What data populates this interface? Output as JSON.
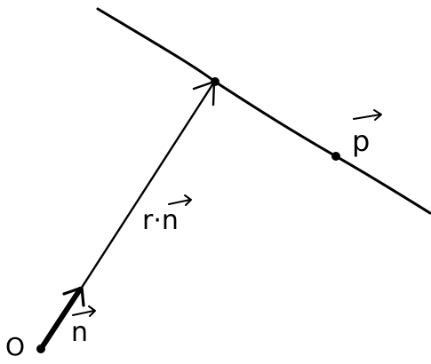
{
  "diagram": {
    "origin_label": "O",
    "vector_label_n": "n",
    "vector_label_rn_prefix": "r·",
    "vector_label_rn_n": "n",
    "vector_label_p": "p",
    "ink_color": "#000000",
    "background_color": "#ffffff"
  }
}
